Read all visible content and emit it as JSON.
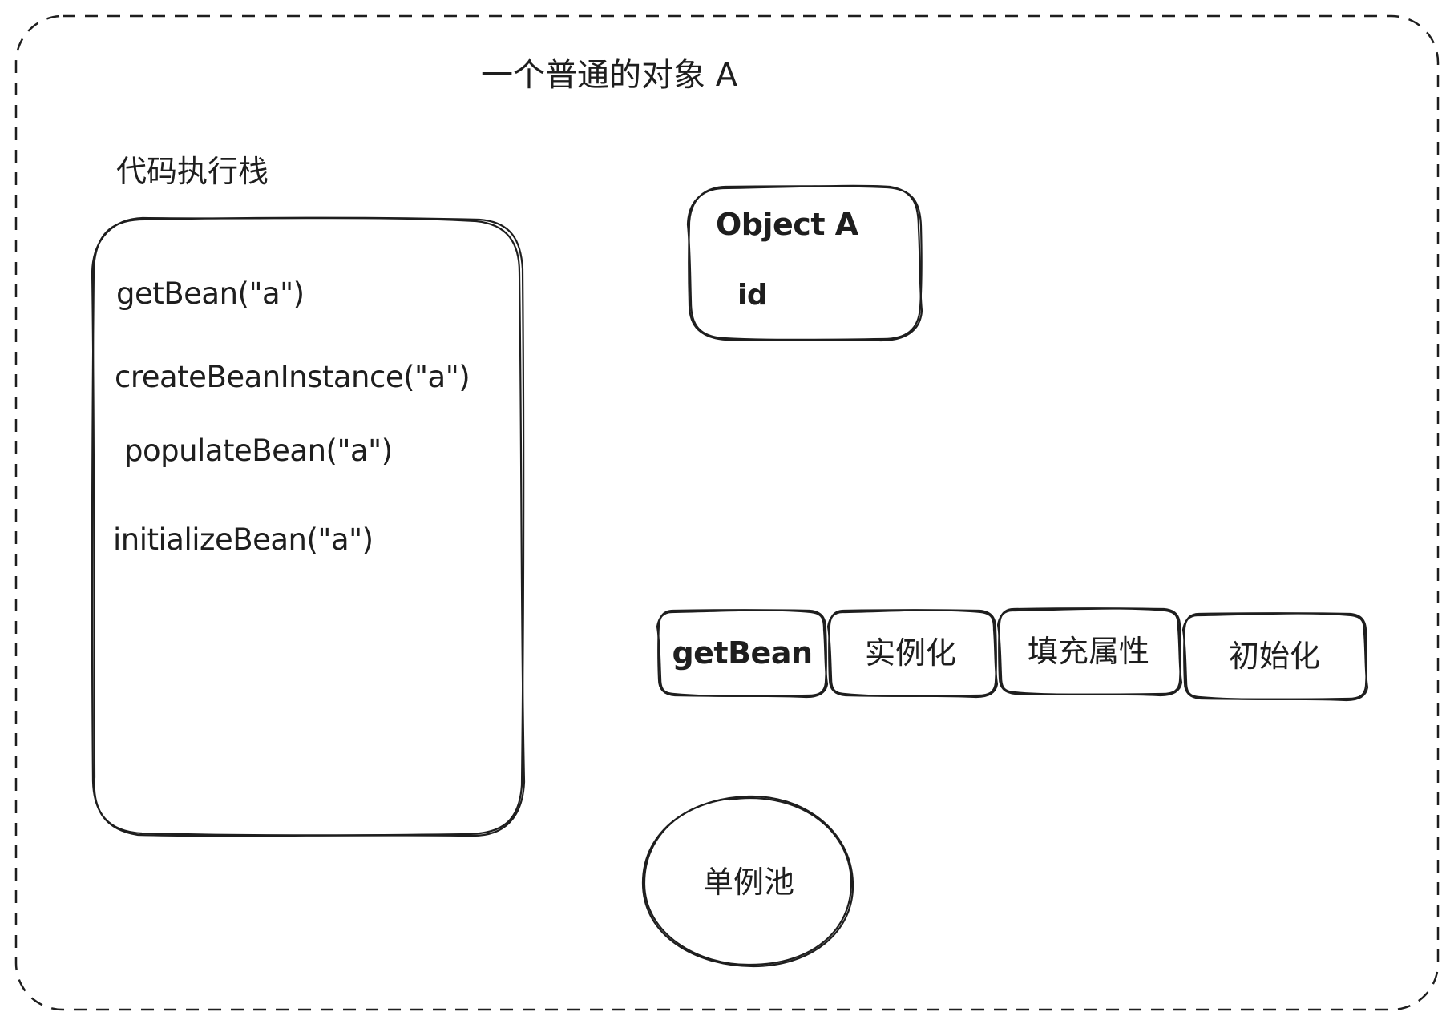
{
  "diagram": {
    "title": "一个普通的对象 A",
    "stack": {
      "label": "代码执行栈",
      "lines": [
        "getBean(\"a\")",
        "createBeanInstance(\"a\")",
        "populateBean(\"a\")",
        "initializeBean(\"a\")"
      ]
    },
    "object": {
      "title": "Object A",
      "field": "id"
    },
    "steps": [
      "getBean",
      "实例化",
      "填充属性",
      "初始化"
    ],
    "pool": {
      "label": "单例池"
    },
    "colors": {
      "stroke": "#1e1e1e",
      "background": "#ffffff"
    }
  }
}
